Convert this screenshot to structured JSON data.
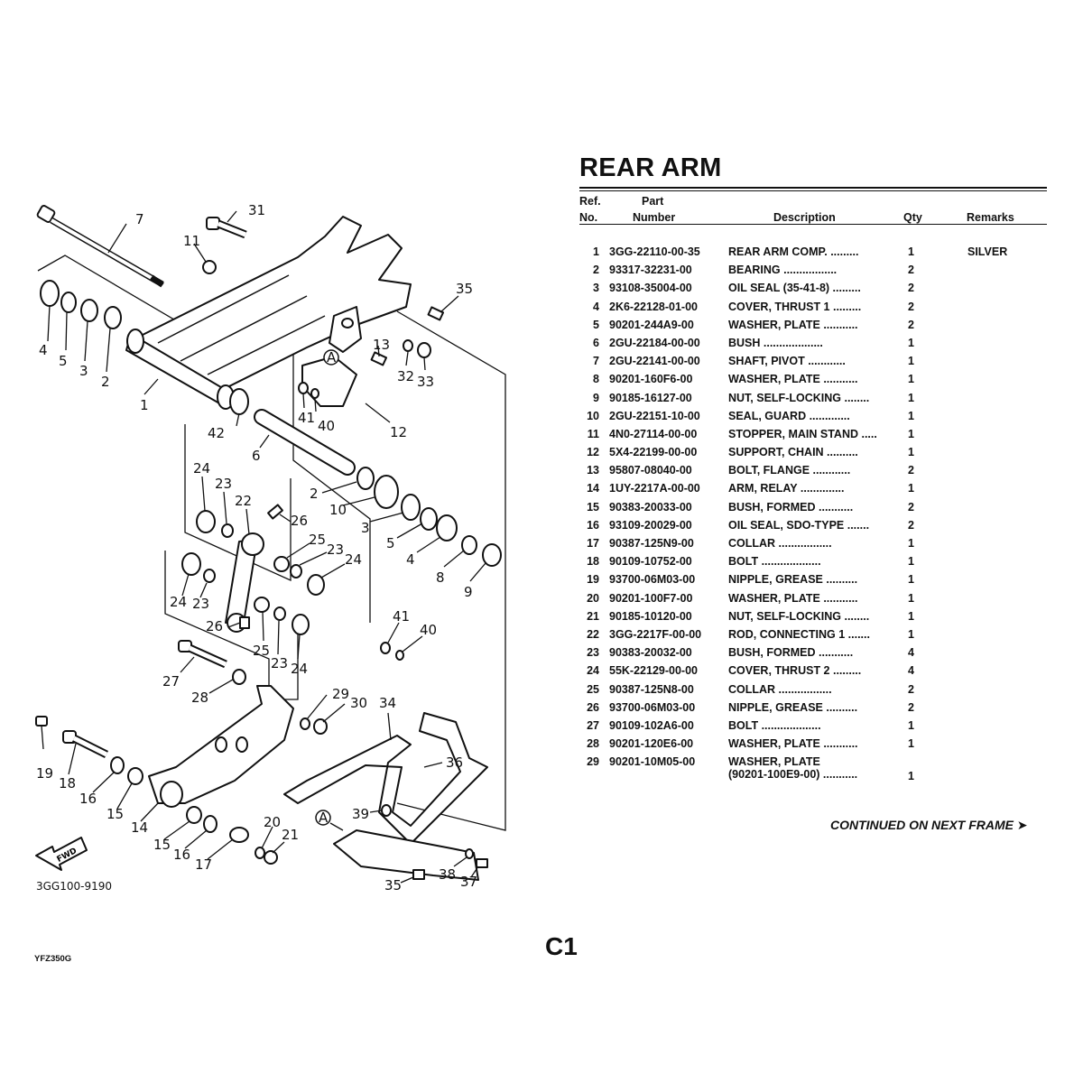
{
  "page": {
    "title": "REAR ARM",
    "continued_label": "CONTINUED ON NEXT FRAME ➤",
    "model_code": "YFZ350G",
    "page_code": "C1"
  },
  "table": {
    "headers": {
      "ref_line1": "Ref.",
      "ref_line2": "No.",
      "part_line1": "Part",
      "part_line2": "Number",
      "description": "Description",
      "qty": "Qty",
      "remarks": "Remarks"
    },
    "rows": [
      {
        "ref": "1",
        "part": "3GG-22110-00-35",
        "desc": "REAR ARM COMP.  .........",
        "desc2": "",
        "qty": "1",
        "remarks": "SILVER"
      },
      {
        "ref": "2",
        "part": "93317-32231-00",
        "desc": "BEARING  .................",
        "desc2": "",
        "qty": "2",
        "remarks": ""
      },
      {
        "ref": "3",
        "part": "93108-35004-00",
        "desc": "OIL SEAL (35-41-8)  .........",
        "desc2": "",
        "qty": "2",
        "remarks": ""
      },
      {
        "ref": "4",
        "part": "2K6-22128-01-00",
        "desc": "COVER, THRUST 1  .........",
        "desc2": "",
        "qty": "2",
        "remarks": ""
      },
      {
        "ref": "5",
        "part": "90201-244A9-00",
        "desc": "WASHER, PLATE ...........",
        "desc2": "",
        "qty": "2",
        "remarks": ""
      },
      {
        "ref": "6",
        "part": "2GU-22184-00-00",
        "desc": "BUSH ...................",
        "desc2": "",
        "qty": "1",
        "remarks": ""
      },
      {
        "ref": "7",
        "part": "2GU-22141-00-00",
        "desc": "SHAFT, PIVOT  ............",
        "desc2": "",
        "qty": "1",
        "remarks": ""
      },
      {
        "ref": "8",
        "part": "90201-160F6-00",
        "desc": "WASHER, PLATE ...........",
        "desc2": "",
        "qty": "1",
        "remarks": ""
      },
      {
        "ref": "9",
        "part": "90185-16127-00",
        "desc": "NUT, SELF-LOCKING ........",
        "desc2": "",
        "qty": "1",
        "remarks": ""
      },
      {
        "ref": "10",
        "part": "2GU-22151-10-00",
        "desc": "SEAL, GUARD  .............",
        "desc2": "",
        "qty": "1",
        "remarks": ""
      },
      {
        "ref": "11",
        "part": "4N0-27114-00-00",
        "desc": "STOPPER, MAIN STAND  .....",
        "desc2": "",
        "qty": "1",
        "remarks": ""
      },
      {
        "ref": "12",
        "part": "5X4-22199-00-00",
        "desc": "SUPPORT, CHAIN  ..........",
        "desc2": "",
        "qty": "1",
        "remarks": ""
      },
      {
        "ref": "13",
        "part": "95807-08040-00",
        "desc": "BOLT, FLANGE  ............",
        "desc2": "",
        "qty": "2",
        "remarks": ""
      },
      {
        "ref": "14",
        "part": "1UY-2217A-00-00",
        "desc": "ARM, RELAY  ..............",
        "desc2": "",
        "qty": "1",
        "remarks": ""
      },
      {
        "ref": "15",
        "part": "90383-20033-00",
        "desc": "BUSH, FORMED  ...........",
        "desc2": "",
        "qty": "2",
        "remarks": ""
      },
      {
        "ref": "16",
        "part": "93109-20029-00",
        "desc": "OIL SEAL, SDO-TYPE  .......",
        "desc2": "",
        "qty": "2",
        "remarks": ""
      },
      {
        "ref": "17",
        "part": "90387-125N9-00",
        "desc": "COLLAR  .................",
        "desc2": "",
        "qty": "1",
        "remarks": ""
      },
      {
        "ref": "18",
        "part": "90109-10752-00",
        "desc": "BOLT ...................",
        "desc2": "",
        "qty": "1",
        "remarks": ""
      },
      {
        "ref": "19",
        "part": "93700-06M03-00",
        "desc": "NIPPLE, GREASE  ..........",
        "desc2": "",
        "qty": "1",
        "remarks": ""
      },
      {
        "ref": "20",
        "part": "90201-100F7-00",
        "desc": "WASHER, PLATE ...........",
        "desc2": "",
        "qty": "1",
        "remarks": ""
      },
      {
        "ref": "21",
        "part": "90185-10120-00",
        "desc": "NUT, SELF-LOCKING ........",
        "desc2": "",
        "qty": "1",
        "remarks": ""
      },
      {
        "ref": "22",
        "part": "3GG-2217F-00-00",
        "desc": "ROD, CONNECTING 1  .......",
        "desc2": "",
        "qty": "1",
        "remarks": ""
      },
      {
        "ref": "23",
        "part": "90383-20032-00",
        "desc": "BUSH, FORMED  ...........",
        "desc2": "",
        "qty": "4",
        "remarks": ""
      },
      {
        "ref": "24",
        "part": "55K-22129-00-00",
        "desc": "COVER, THRUST 2  .........",
        "desc2": "",
        "qty": "4",
        "remarks": ""
      },
      {
        "ref": "25",
        "part": "90387-125N8-00",
        "desc": "COLLAR  .................",
        "desc2": "",
        "qty": "2",
        "remarks": ""
      },
      {
        "ref": "26",
        "part": "93700-06M03-00",
        "desc": "NIPPLE, GREASE  ..........",
        "desc2": "",
        "qty": "2",
        "remarks": ""
      },
      {
        "ref": "27",
        "part": "90109-102A6-00",
        "desc": "BOLT ...................",
        "desc2": "",
        "qty": "1",
        "remarks": ""
      },
      {
        "ref": "28",
        "part": "90201-120E6-00",
        "desc": "WASHER, PLATE ...........",
        "desc2": "",
        "qty": "1",
        "remarks": ""
      },
      {
        "ref": "29",
        "part": "90201-10M05-00",
        "desc": "WASHER, PLATE",
        "desc2": "(90201-100E9-00)  ...........",
        "qty": "1",
        "remarks": ""
      }
    ]
  },
  "diagram": {
    "drawing_number": "3GG100-9190",
    "fwd_label": "FWD",
    "reference_mark": "A",
    "callouts": [
      "7",
      "31",
      "11",
      "35",
      "4",
      "5",
      "3",
      "2",
      "1",
      "13",
      "32",
      "33",
      "41",
      "40",
      "12",
      "42",
      "6",
      "2",
      "10",
      "3",
      "5",
      "4",
      "8",
      "9",
      "24",
      "23",
      "22",
      "26",
      "25",
      "23",
      "24",
      "24",
      "23",
      "26",
      "25",
      "23",
      "24",
      "41",
      "40",
      "27",
      "28",
      "29",
      "30",
      "34",
      "36",
      "19",
      "18",
      "16",
      "15",
      "14",
      "15",
      "16",
      "17",
      "20",
      "21",
      "39",
      "38",
      "37",
      "35"
    ]
  }
}
